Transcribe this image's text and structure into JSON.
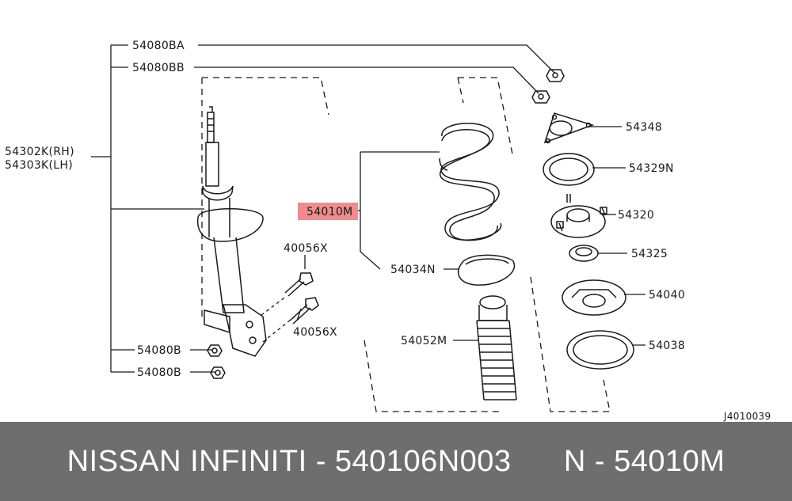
{
  "labels": {
    "p54080BA": "54080BA",
    "p54080BB": "54080BB",
    "p54302K": "54302K(RH)",
    "p54303K": "54303K(LH)",
    "p40056X_top": "40056X",
    "p40056X_bot": "40056X",
    "p54080B_top": "54080B",
    "p54080B_bot": "54080B",
    "p54010M": "54010M",
    "p54034N": "54034N",
    "p54052M": "54052M",
    "p54348": "54348",
    "p54329N": "54329N",
    "p54320": "54320",
    "p54325": "54325",
    "p54040": "54040",
    "p54038": "54038",
    "diagram_id": "J4010039"
  },
  "highlight_color": "#f28b8b",
  "footer": {
    "text": "NISSAN INFINITI - 540106N003      N - 54010M"
  }
}
